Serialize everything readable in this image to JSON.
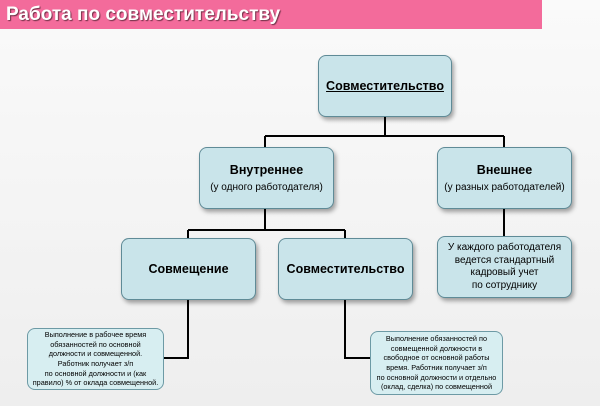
{
  "banner": {
    "title": "Работа по совместительству"
  },
  "diagram": {
    "root": {
      "title": "Совместительство"
    },
    "internal": {
      "title": "Внутреннее",
      "subtitle": "(у одного работодателя)"
    },
    "external": {
      "title": "Внешнее",
      "subtitle": "(у разных работодателей)"
    },
    "combination": {
      "title": "Совмещение"
    },
    "part_time": {
      "title": "Совместительство"
    },
    "external_info": {
      "text": "У каждого работодателя\nведется стандартный\nкадровый учет\nпо сотруднику"
    },
    "combination_note": {
      "text": "Выполнение в рабочее время\nобязанностей по основной\nдолжности и совмещенной.\nРаботник получает з/п\nпо основной должности и (как\nправило) % от оклада совмещенной."
    },
    "part_time_note": {
      "text": "Выполнение обязанностей по\nсовмещенной должности в\nсвободное от основной работы\nвремя. Работник получает з/п\nпо основной должности и отдельно\n(оклад, сделка) по совмещенной"
    }
  },
  "colors": {
    "banner": "#f36b9b",
    "node_fill": "#c9e4ea",
    "node_border": "#5f8b97",
    "connector": "#000000"
  }
}
